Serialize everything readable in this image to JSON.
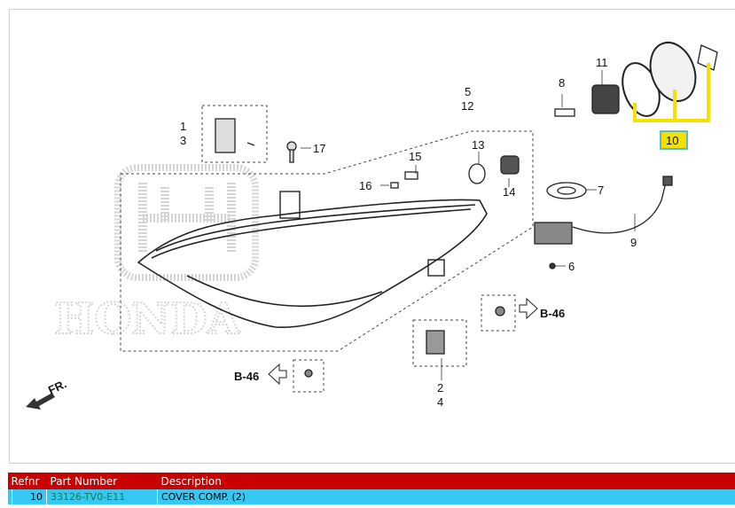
{
  "diagram": {
    "watermark": "HONDA",
    "callouts": {
      "c1": "1",
      "c3": "3",
      "c17": "17",
      "c5": "5",
      "c12": "12",
      "c13": "13",
      "c14": "14",
      "c15": "15",
      "c16": "16",
      "c8": "8",
      "c11": "11",
      "c10": "10",
      "c7": "7",
      "c9": "9",
      "c6": "6",
      "c2": "2",
      "c4": "4"
    },
    "ref_right": "B-46",
    "ref_left": "B-46",
    "front_arrow": "FR.",
    "highlight_color": "#f5e100",
    "highlight_box_color": "#2aa8d8"
  },
  "table": {
    "headers": {
      "refnr": "Refnr",
      "part_number": "Part Number",
      "description": "Description"
    },
    "rows": [
      {
        "refnr": "10",
        "part_number": "33126-TV0-E11",
        "description": "COVER COMP. (2)"
      }
    ],
    "header_color": "#c80000",
    "row_color": "#35c8f2"
  }
}
